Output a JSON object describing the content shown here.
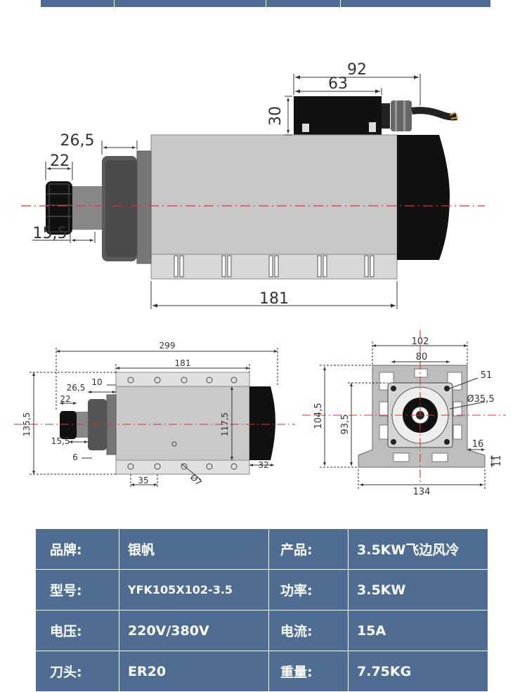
{
  "drawing": {
    "main_view": {
      "dims": {
        "total": "92",
        "box_len": "63",
        "box_h": "30",
        "front": "26,5",
        "collet": "22",
        "nose": "15,5",
        "body": "181"
      }
    },
    "side_view": {
      "dims": {
        "total": "299",
        "body": "181",
        "front": "26,5",
        "flange": "10",
        "collet": "22",
        "nose": "15,5",
        "step": "6",
        "height": "135,5",
        "inner_h": "117,5",
        "cap": "32",
        "pitch": "35",
        "hole": "Ø7"
      }
    },
    "end_view": {
      "dims": {
        "width": "102",
        "inner": "80",
        "hole": "51",
        "dia": "Ø35,5",
        "h1": "104,5",
        "h2": "93,5",
        "foot": "16",
        "foot_h": "11",
        "base": "134"
      }
    }
  },
  "specs": {
    "rows": [
      {
        "k1": "品牌:",
        "v1": "银帆",
        "k2": "产品:",
        "v2": "3.5KW飞边风冷"
      },
      {
        "k1": "型号:",
        "v1": "YFK105X102-3.5",
        "k2": "功率:",
        "v2": "3.5KW"
      },
      {
        "k1": "电压:",
        "v1": "220V/380V",
        "k2": "电流:",
        "v2": "15A"
      },
      {
        "k1": "刀头:",
        "v1": "ER20",
        "k2": "重量:",
        "v2": "7.75KG"
      }
    ]
  }
}
